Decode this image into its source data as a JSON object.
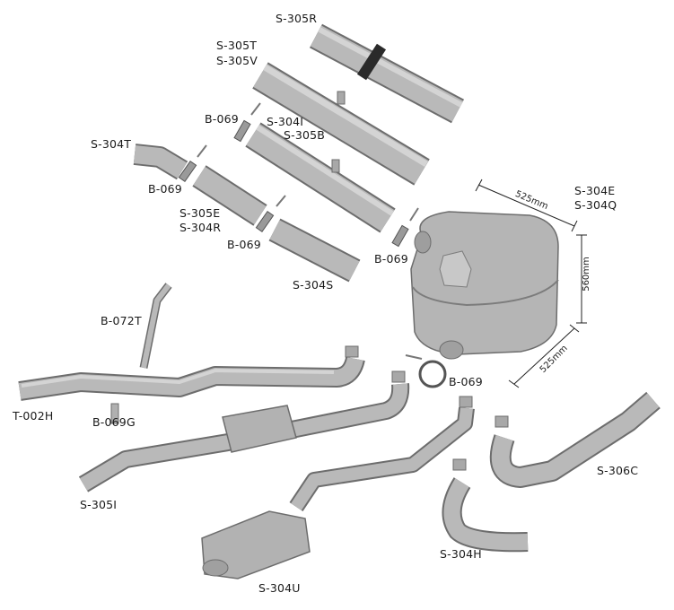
{
  "diagram": {
    "parts": {
      "s305r": "S-305R",
      "s305t": "S-305T",
      "s305v": "S-305V",
      "b069_a": "B-069",
      "s304i": "S-304I",
      "s305b": "S-305B",
      "s304t": "S-304T",
      "b069_b": "B-069",
      "s305e": "S-305E",
      "s304r": "S-304R",
      "b069_c": "B-069",
      "s304s": "S-304S",
      "b069_d": "B-069",
      "s304e": "S-304E",
      "s304q": "S-304Q",
      "b072t": "B-072T",
      "t002h": "T-002H",
      "b069g": "B-069G",
      "b069_e": "B-069",
      "s305i": "S-305I",
      "s306c": "S-306C",
      "s304h": "S-304H",
      "s304u": "S-304U"
    },
    "dimensions": {
      "width_top": "525mm",
      "height": "560mm",
      "depth": "525mm"
    },
    "colors": {
      "part_fill": "#b9b9b9",
      "part_outline": "#6d6d6d",
      "strap": "#2a2a2a"
    }
  }
}
